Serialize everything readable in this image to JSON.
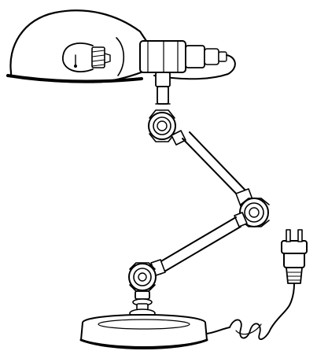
{
  "figure": {
    "subject": "desk-lamp-line-drawing",
    "line_color": "#000000",
    "background_color": "#ffffff",
    "parts": [
      "lamp-shade",
      "light-bulb",
      "bulb-socket",
      "upper-arm",
      "upper-hinge",
      "middle-arm",
      "elbow-hinge",
      "lower-arm",
      "base-hinge",
      "base-stem",
      "lamp-base",
      "power-cord",
      "power-plug"
    ]
  }
}
